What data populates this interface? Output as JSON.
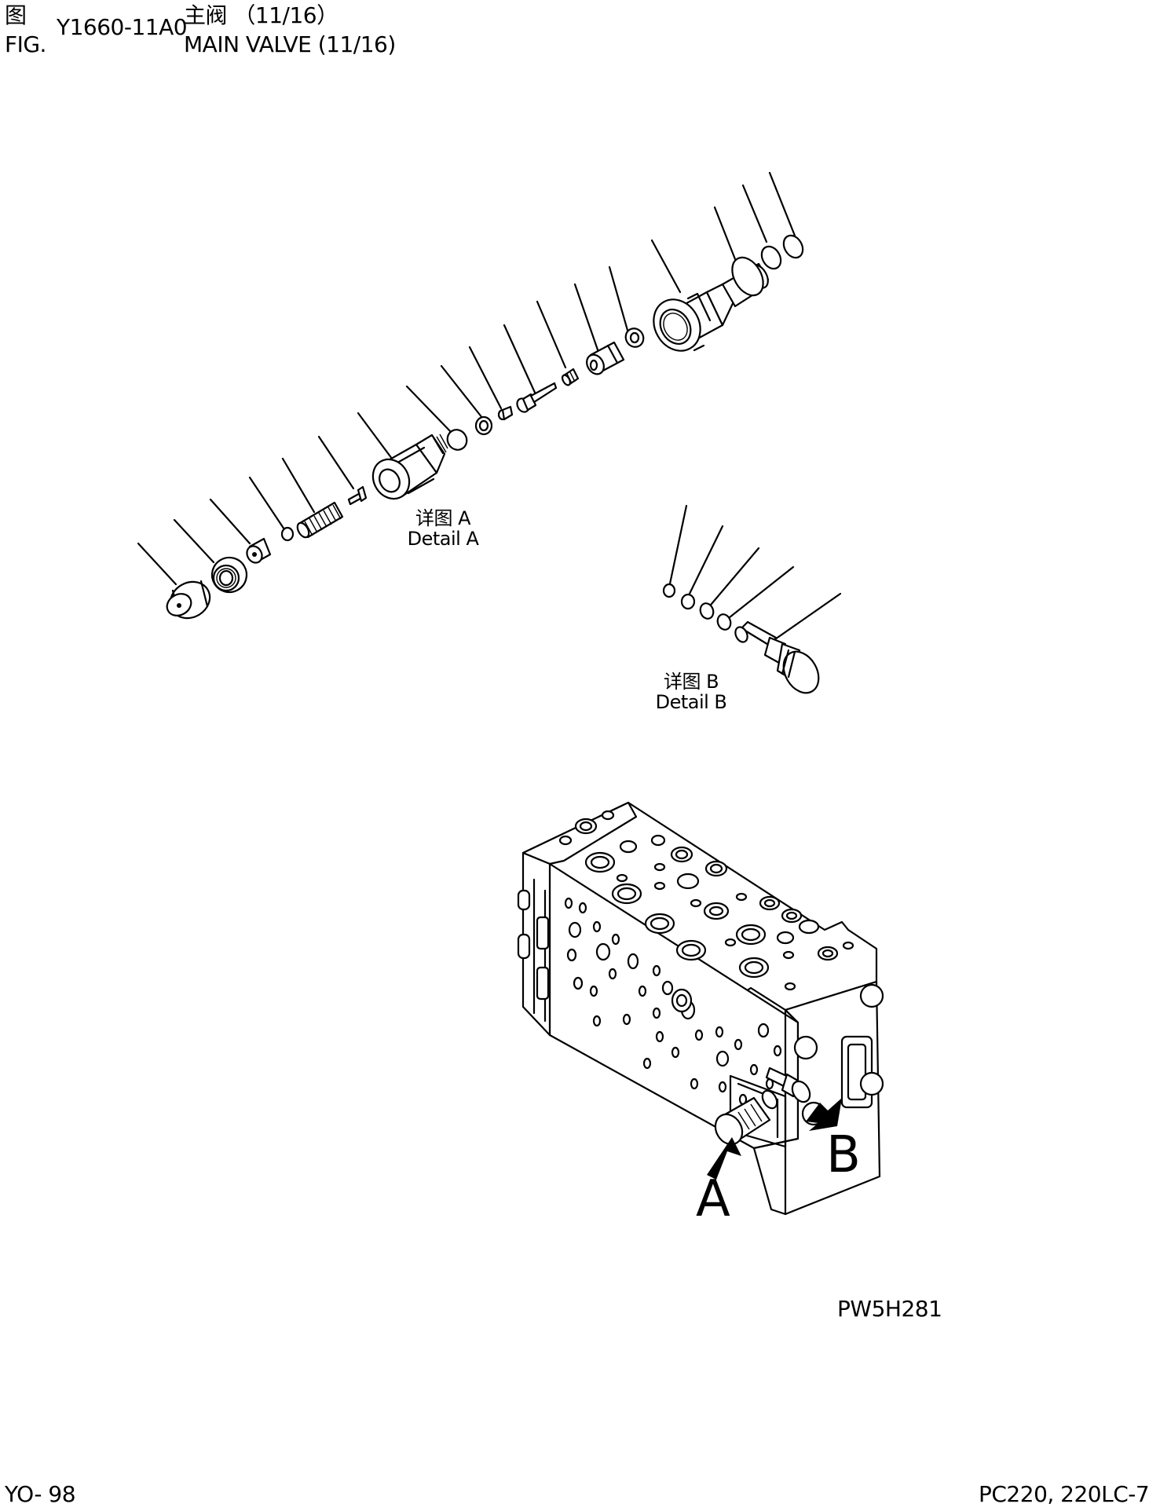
{
  "header": {
    "fig_cn": "图",
    "fig_en": "FIG.",
    "fig_number": "Y1660-11A0",
    "title_cn": "主阀 （11/16）",
    "title_en": "MAIN VALVE (11/16)"
  },
  "details": {
    "a_cn": "详图 A",
    "a_en": "Detail A",
    "b_cn": "详图 B",
    "b_en": "Detail B"
  },
  "callouts": {
    "a": "A",
    "b": "B"
  },
  "drawing_code": "PW5H281",
  "footer": {
    "page": "YO- 98",
    "model": "PC220, 220LC-7"
  }
}
